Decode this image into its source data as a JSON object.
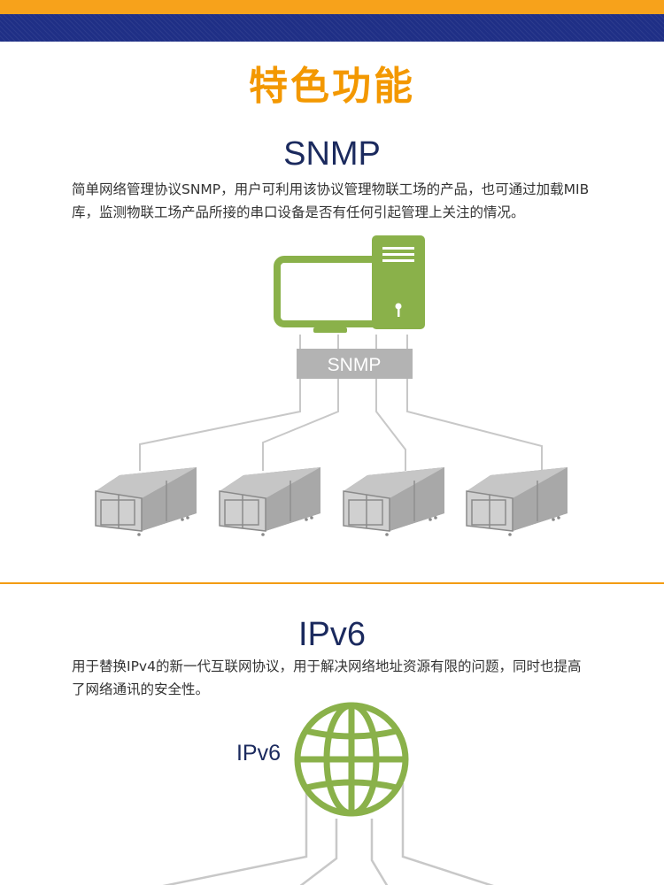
{
  "header": {
    "title": "特色功能"
  },
  "snmp": {
    "title": "SNMP",
    "description": "简单网络管理协议SNMP，用户可利用该协议管理物联工场的产品，也可通过加载MIB库，监测物联工场产品所接的串口设备是否有任何引起管理上关注的情况。",
    "diagram_label": "SNMP",
    "device_count": 4
  },
  "ipv6": {
    "title": "IPv6",
    "description": "用于替换IPv4的新一代互联网协议，用于解决网络地址资源有限的问题，同时也提高了网络通讯的安全性。",
    "diagram_label": "IPv6"
  },
  "colors": {
    "accent_orange": "#f39800",
    "navy": "#1f2f86",
    "green": "#8ab14a",
    "gray_line": "#c8c8c8",
    "gray_bar": "#b3b3b3"
  },
  "icons": [
    "computer-icon",
    "server-tower-icon",
    "device-box-icon",
    "globe-icon"
  ]
}
